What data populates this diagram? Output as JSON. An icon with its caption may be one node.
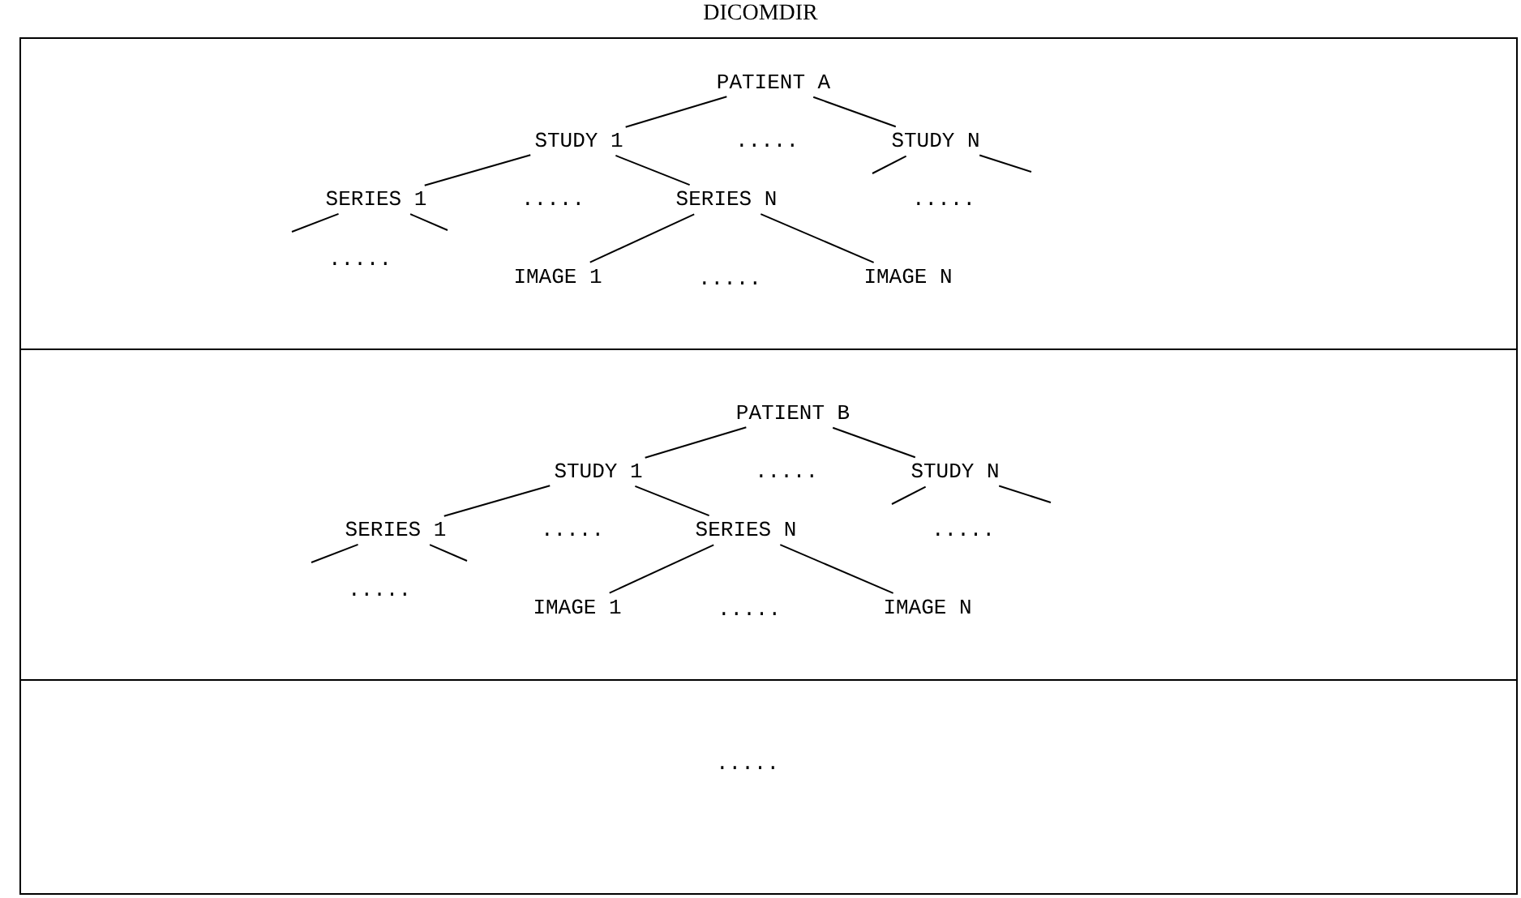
{
  "diagram": {
    "title": "DICOMDIR",
    "nodes": [
      {
        "text": [],
        "shape": "box"
      },
      {
        "text": [
          "PATIENT A"
        ],
        "in": 0
      },
      {
        "text": [
          "STUDY 1"
        ],
        "in": 0
      },
      {
        "text": [
          "....."
        ],
        "in": 0
      },
      {
        "text": [
          "STUDY N"
        ],
        "in": 0
      },
      {
        "text": [
          "SERIES 1"
        ],
        "in": 0
      },
      {
        "text": [
          "....."
        ],
        "in": 0
      },
      {
        "text": [
          "SERIES N"
        ],
        "in": 0
      },
      {
        "text": [
          "....."
        ],
        "in": 0
      },
      {
        "text": [
          "....."
        ],
        "in": 0
      },
      {
        "text": [
          "IMAGE 1"
        ],
        "in": 0
      },
      {
        "text": [
          "....."
        ],
        "in": 0
      },
      {
        "text": [
          "IMAGE N"
        ],
        "in": 0
      },
      {
        "text": [],
        "shape": "box"
      },
      {
        "text": [
          "PATIENT B"
        ],
        "in": 13
      },
      {
        "text": [
          "STUDY 1"
        ],
        "in": 13
      },
      {
        "text": [
          "....."
        ],
        "in": 13
      },
      {
        "text": [
          "STUDY N"
        ],
        "in": 13
      },
      {
        "text": [
          "SERIES 1"
        ],
        "in": 13
      },
      {
        "text": [
          "....."
        ],
        "in": 13
      },
      {
        "text": [
          "SERIES N"
        ],
        "in": 13
      },
      {
        "text": [
          "....."
        ],
        "in": 13
      },
      {
        "text": [
          "....."
        ],
        "in": 13
      },
      {
        "text": [
          "IMAGE 1"
        ],
        "in": 13
      },
      {
        "text": [
          "....."
        ],
        "in": 13
      },
      {
        "text": [
          "IMAGE N"
        ],
        "in": 13
      },
      {
        "text": [],
        "shape": "box"
      },
      {
        "text": [
          "....."
        ],
        "in": 26
      }
    ],
    "edges": [
      {
        "from": 1,
        "to": 2,
        "arrow": "none"
      },
      {
        "from": 1,
        "to": 4,
        "arrow": "none"
      },
      {
        "from": 2,
        "to": 5,
        "arrow": "none"
      },
      {
        "from": 2,
        "to": 7,
        "arrow": "none"
      },
      {
        "from": 4,
        "to": null,
        "arrow": "none"
      },
      {
        "from": 4,
        "to": null,
        "arrow": "none"
      },
      {
        "from": 5,
        "to": null,
        "arrow": "none"
      },
      {
        "from": 5,
        "to": null,
        "arrow": "none"
      },
      {
        "from": 7,
        "to": 10,
        "arrow": "none"
      },
      {
        "from": 7,
        "to": 12,
        "arrow": "none"
      },
      {
        "from": 14,
        "to": 15,
        "arrow": "none"
      },
      {
        "from": 14,
        "to": 17,
        "arrow": "none"
      },
      {
        "from": 15,
        "to": 18,
        "arrow": "none"
      },
      {
        "from": 15,
        "to": 20,
        "arrow": "none"
      },
      {
        "from": 17,
        "to": null,
        "arrow": "none"
      },
      {
        "from": 17,
        "to": null,
        "arrow": "none"
      },
      {
        "from": 18,
        "to": null,
        "arrow": "none"
      },
      {
        "from": 18,
        "to": null,
        "arrow": "none"
      },
      {
        "from": 20,
        "to": 23,
        "arrow": "none"
      },
      {
        "from": 20,
        "to": 25,
        "arrow": "none"
      }
    ]
  }
}
